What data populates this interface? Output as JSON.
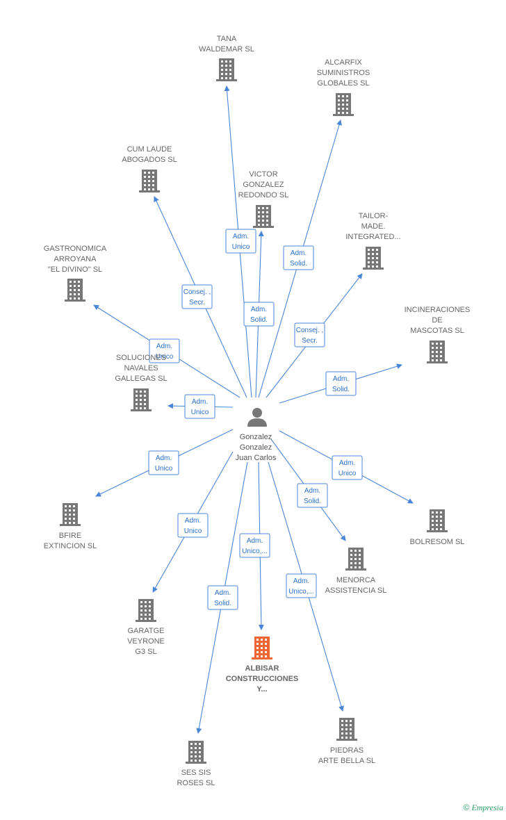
{
  "center": {
    "name": [
      "Gonzalez",
      "Gonzalez",
      "Juan Carlos"
    ]
  },
  "colors": {
    "building": "#777777",
    "highlight": "#ee6633",
    "edge": "#4a86d8"
  },
  "companies": [
    {
      "id": "tana",
      "label": [
        "TANA",
        "WALDEMAR SL"
      ],
      "edge": [
        "Adm.",
        "Unico"
      ]
    },
    {
      "id": "alcarfix",
      "label": [
        "ALCARFIX",
        "SUMINISTROS",
        "GLOBALES SL"
      ],
      "edge": [
        "Adm.",
        "Solid."
      ]
    },
    {
      "id": "cum-laude",
      "label": [
        "CUM LAUDE",
        "ABOGADOS SL"
      ],
      "edge": [
        "Consej. ,",
        "Secr."
      ]
    },
    {
      "id": "victor",
      "label": [
        "VICTOR",
        "GONZALEZ",
        "REDONDO  SL"
      ],
      "edge": [
        "Adm.",
        "Solid."
      ]
    },
    {
      "id": "tailor",
      "label": [
        "TAILOR-",
        "MADE.",
        "INTEGRATED..."
      ],
      "edge": [
        "Consej. ,",
        "Secr."
      ]
    },
    {
      "id": "gastronomica",
      "label": [
        "GASTRONOMICA",
        "ARROYANA",
        "\"EL DIVINO\"  SL"
      ],
      "edge": [
        "Adm.",
        "Unico"
      ]
    },
    {
      "id": "incineraciones",
      "label": [
        "INCINERACIONES",
        "DE",
        "MASCOTAS  SL"
      ],
      "edge": [
        "Adm.",
        "Solid."
      ]
    },
    {
      "id": "soluciones",
      "label": [
        "SOLUCIONES",
        "NAVALES",
        "GALLEGAS  SL"
      ],
      "edge": [
        "Adm.",
        "Unico"
      ]
    },
    {
      "id": "bfire",
      "label": [
        "BFIRE",
        "EXTINCION  SL"
      ],
      "edge": [
        "Adm.",
        "Unico"
      ]
    },
    {
      "id": "bolresom",
      "label": [
        "BOLRESOM  SL"
      ],
      "edge": [
        "Adm.",
        "Unico"
      ]
    },
    {
      "id": "menorca",
      "label": [
        "MENORCA",
        "ASSISTENCIA SL"
      ],
      "edge": [
        "Adm.",
        "Solid."
      ]
    },
    {
      "id": "garatge",
      "label": [
        "GARATGE",
        "VEYRONE",
        "G3  SL"
      ],
      "edge": [
        "Adm.",
        "Unico"
      ]
    },
    {
      "id": "albisar",
      "label": [
        "ALBISAR",
        "CONSTRUCCIONES",
        "Y..."
      ],
      "edge": [
        "Adm.",
        "Unico,..."
      ],
      "highlight": true
    },
    {
      "id": "piedras",
      "label": [
        "PIEDRAS",
        "ARTE BELLA SL"
      ],
      "edge": [
        "Adm.",
        "Unico,..."
      ]
    },
    {
      "id": "ses-sis",
      "label": [
        "SES SIS",
        "ROSES  SL"
      ],
      "edge": [
        "Adm.",
        "Solid."
      ]
    }
  ],
  "watermark": {
    "symbol": "©",
    "brand": "Empresia"
  }
}
